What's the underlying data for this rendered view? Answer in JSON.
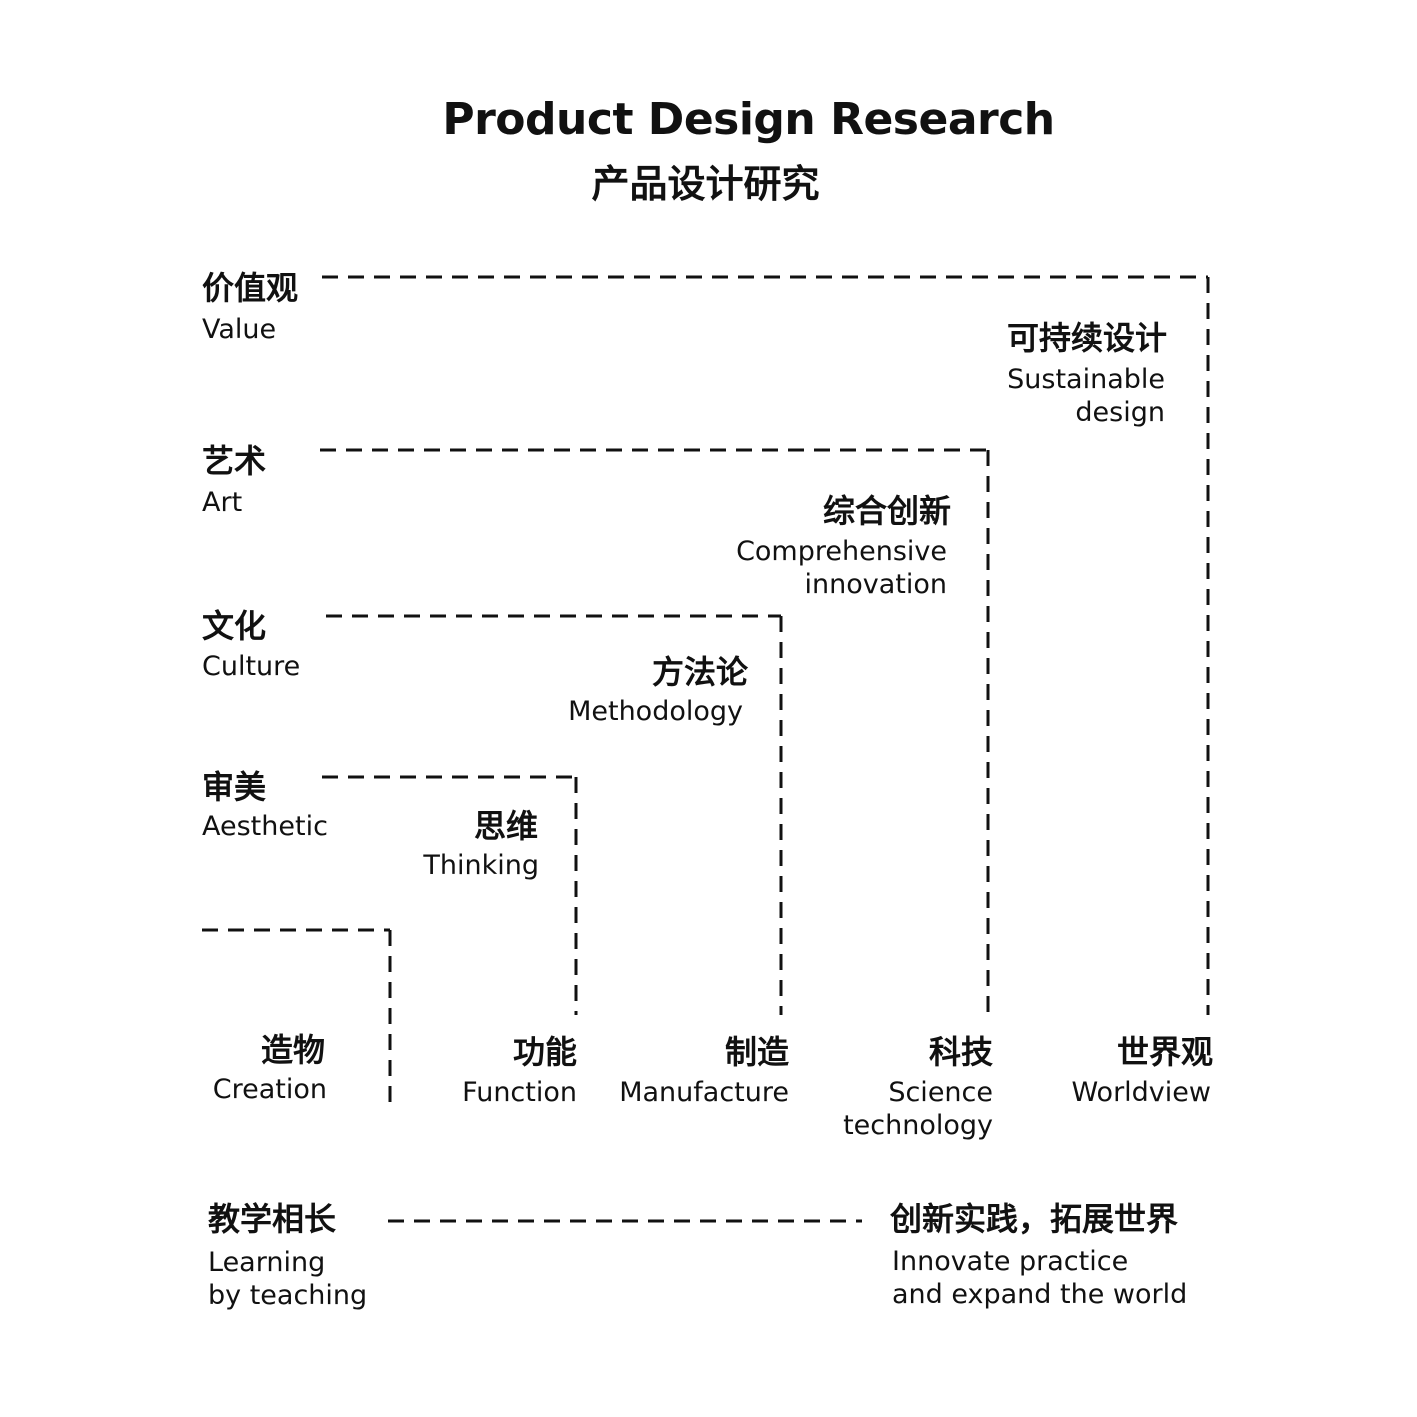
{
  "title": {
    "en": "Product Design Research",
    "zh": "产品设计研究"
  },
  "levels": [
    {
      "zh": "价值观",
      "en": "Value"
    },
    {
      "zh": "艺术",
      "en": "Art"
    },
    {
      "zh": "文化",
      "en": "Culture"
    },
    {
      "zh": "审美",
      "en": "Aesthetic"
    }
  ],
  "steps": [
    {
      "zh": "可持续设计",
      "en": "Sustainable\ndesign"
    },
    {
      "zh": "综合创新",
      "en": "Comprehensive\ninnovation"
    },
    {
      "zh": "方法论",
      "en": "Methodology"
    },
    {
      "zh": "思维",
      "en": "Thinking"
    }
  ],
  "bases": [
    {
      "zh": "造物",
      "en": "Creation"
    },
    {
      "zh": "功能",
      "en": "Function"
    },
    {
      "zh": "制造",
      "en": "Manufacture"
    },
    {
      "zh": "科技",
      "en": "Science\ntechnology"
    },
    {
      "zh": "世界观",
      "en": "Worldview"
    }
  ],
  "footer": {
    "left": {
      "zh": "教学相长",
      "en": "Learning\nby teaching"
    },
    "right": {
      "zh": "创新实践，拓展世界",
      "en": "Innovate practice\nand expand the world"
    }
  },
  "colors": {
    "ink": "#111111",
    "background": "#ffffff"
  }
}
